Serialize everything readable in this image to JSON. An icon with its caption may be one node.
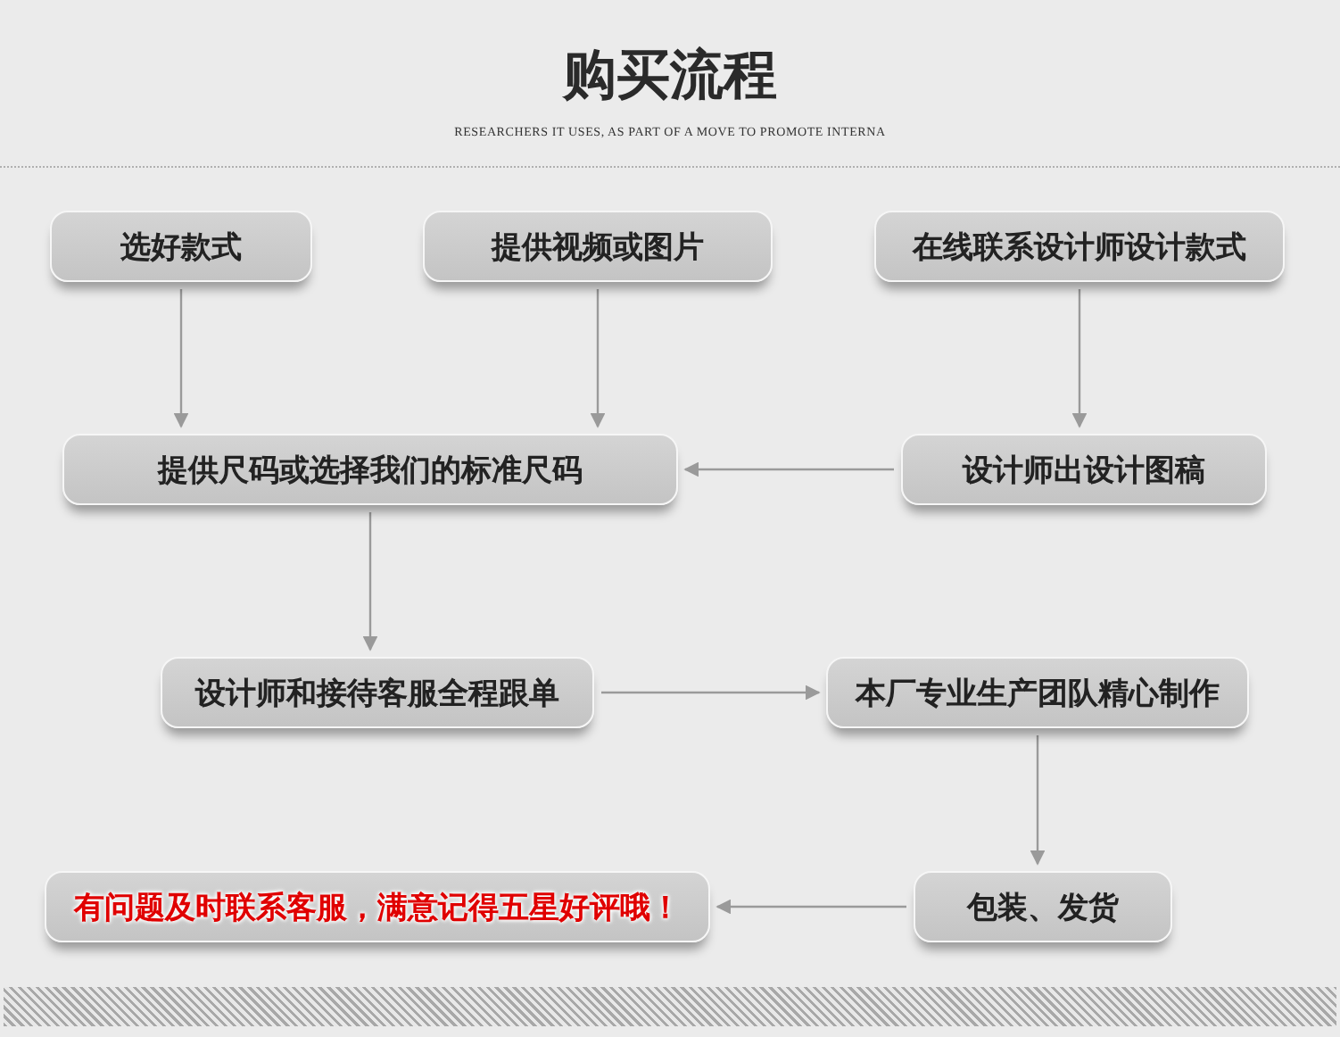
{
  "diagram": {
    "title": "购买流程",
    "nodes": [
      {
        "text": [
          "选好款式"
        ]
      },
      {
        "text": [
          "提供视频或图片"
        ]
      },
      {
        "text": [
          "在线联系设计师设计款式"
        ]
      },
      {
        "text": [
          "提供尺码或选择我们的标准尺码"
        ]
      },
      {
        "text": [
          "设计师出设计图稿"
        ]
      },
      {
        "text": [
          "设计师和接待客服全程跟单"
        ]
      },
      {
        "text": [
          "本厂专业生产团队精心制作"
        ]
      },
      {
        "text": [
          "包装、发货"
        ]
      },
      {
        "text": [
          "有问题及时联系客服，满意记得五星好评哦！"
        ]
      }
    ],
    "edges": [
      {
        "from": 0,
        "to": 3,
        "arrow": "to"
      },
      {
        "from": 1,
        "to": 3,
        "arrow": "to"
      },
      {
        "from": 2,
        "to": 4,
        "arrow": "to"
      },
      {
        "from": 4,
        "to": 3,
        "arrow": "to"
      },
      {
        "from": 3,
        "to": 5,
        "arrow": "to"
      },
      {
        "from": 5,
        "to": 6,
        "arrow": "to"
      },
      {
        "from": 6,
        "to": 7,
        "arrow": "to"
      },
      {
        "from": 7,
        "to": 8,
        "arrow": "to"
      }
    ],
    "labels": [
      "RESEARCHERS IT USES, AS PART OF A MOVE TO PROMOTE INTERNA"
    ]
  }
}
